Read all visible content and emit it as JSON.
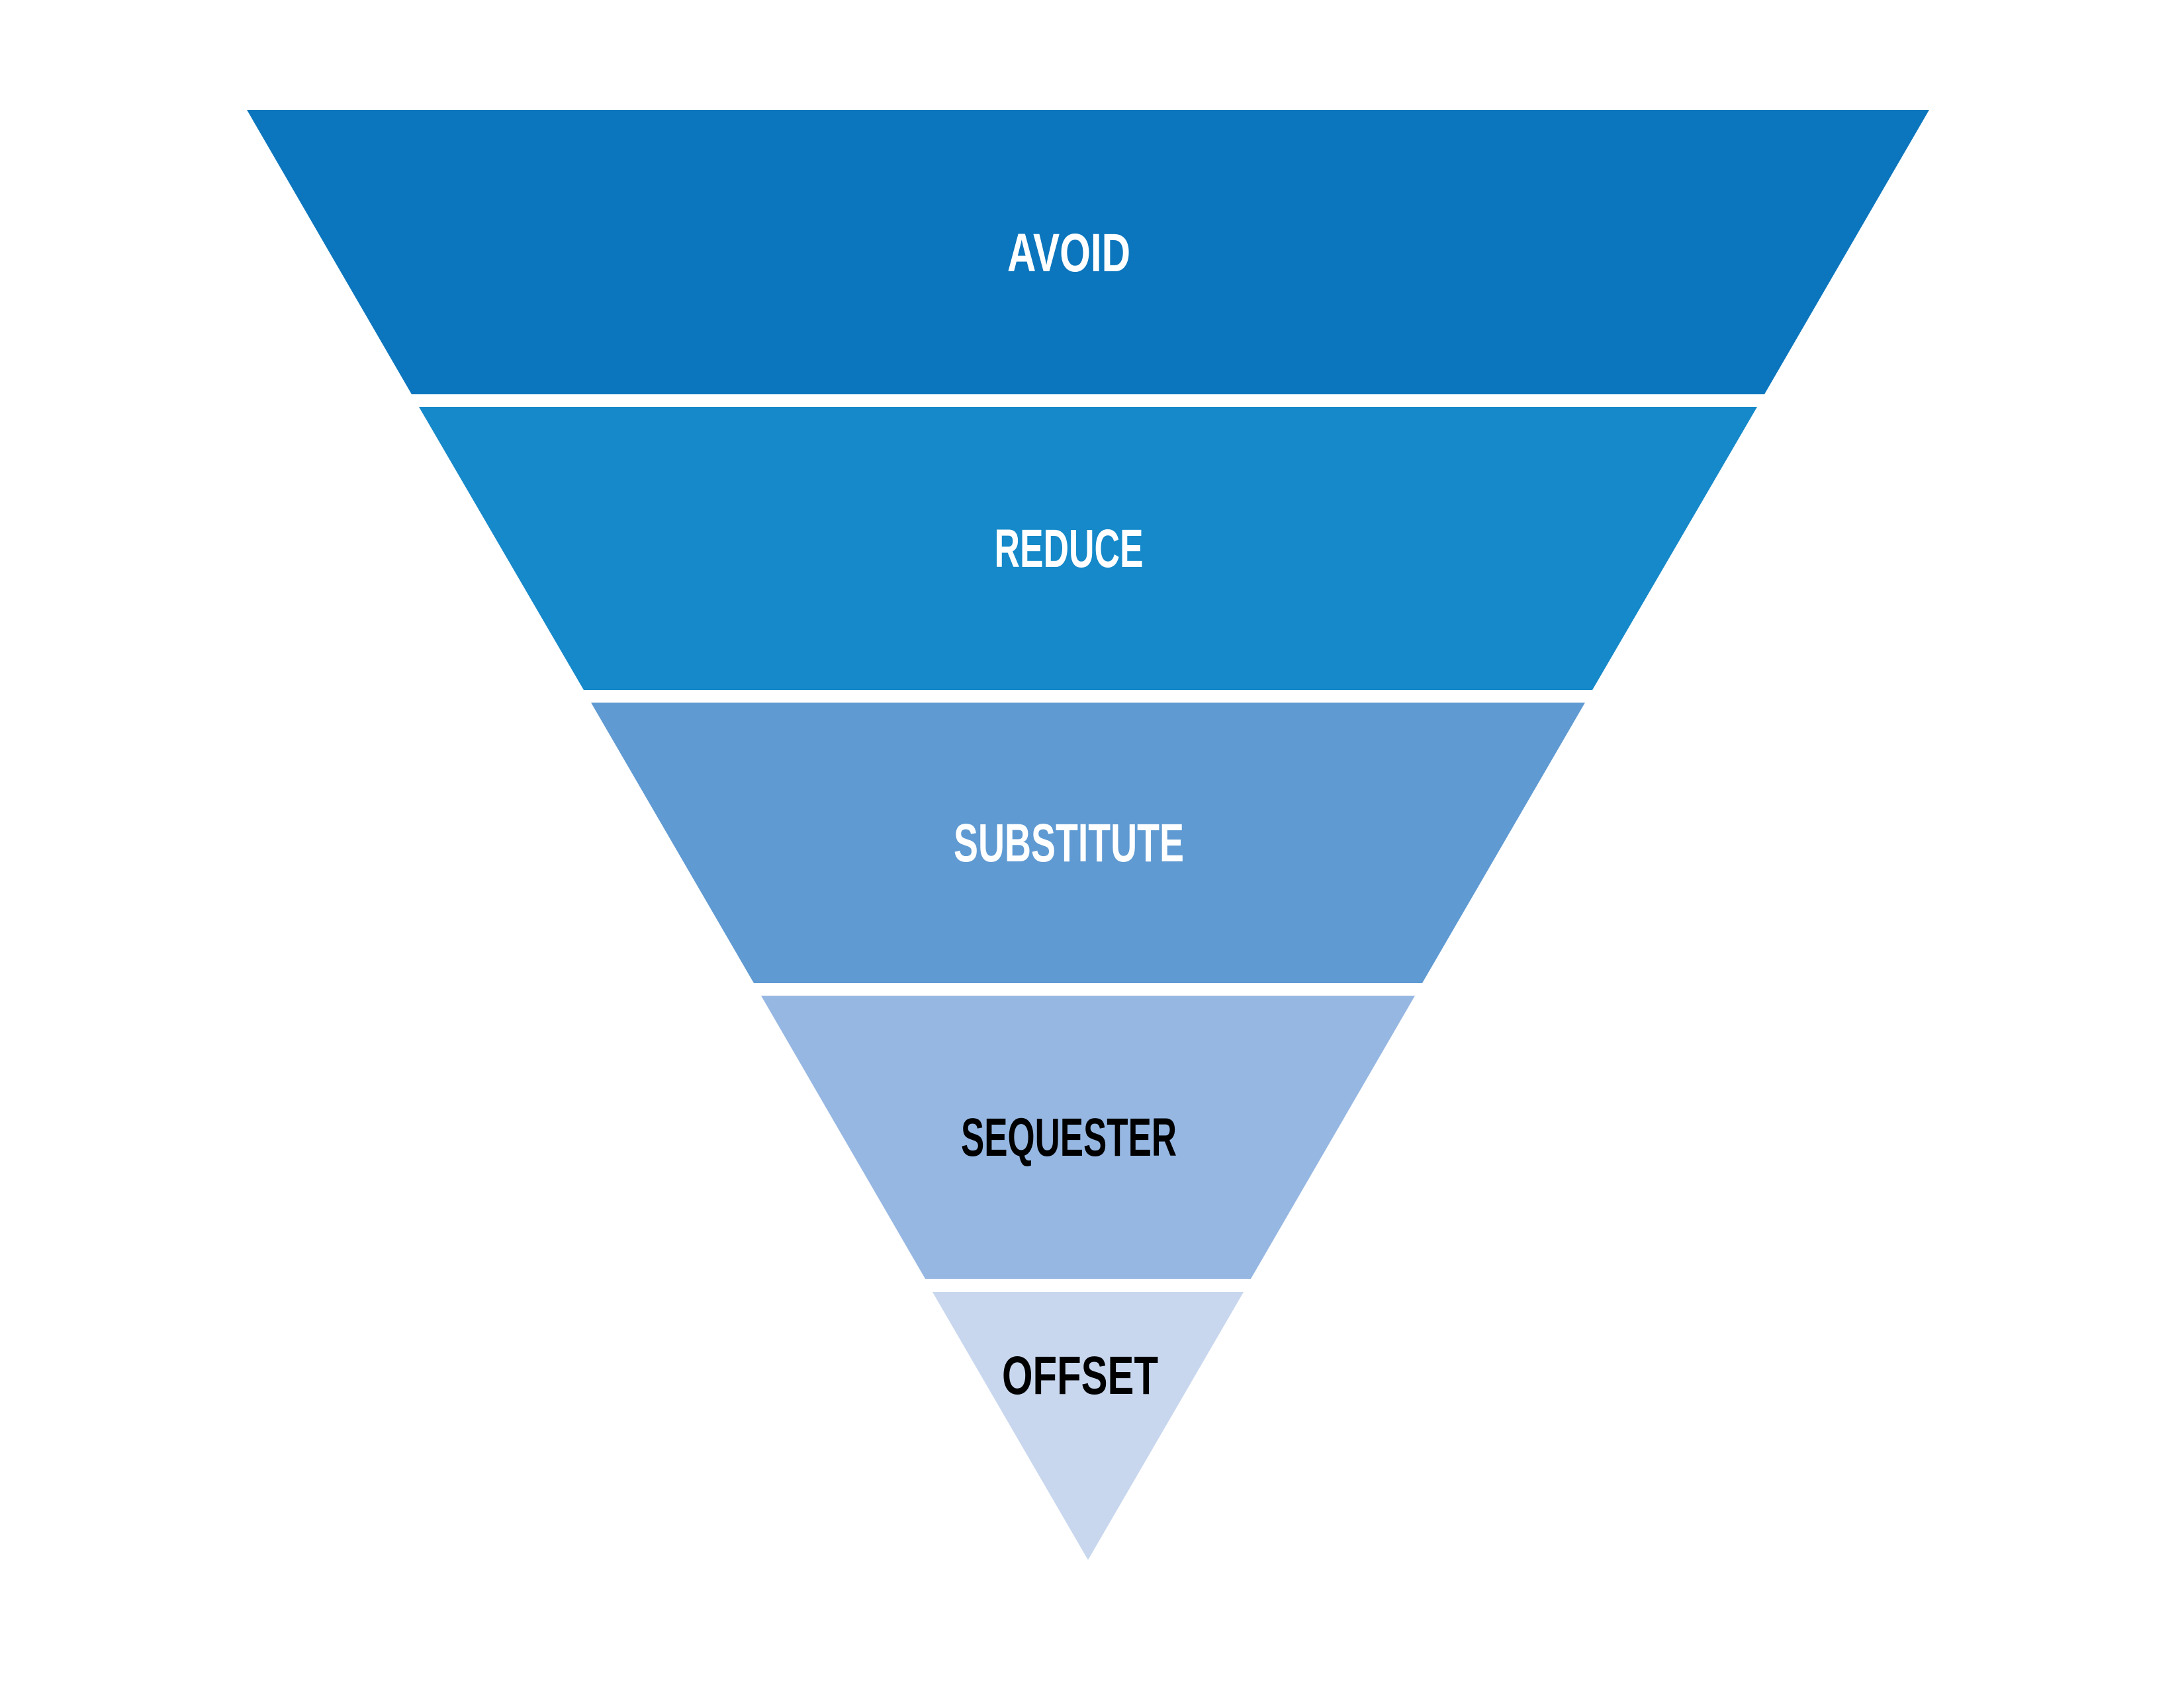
{
  "diagram": {
    "type": "funnel",
    "background": "#ffffff",
    "levels": [
      {
        "label": "AVOID",
        "color": "#0b76bd",
        "text_color": "#ffffff"
      },
      {
        "label": "REDUCE",
        "color": "#1589c9",
        "text_color": "#ffffff"
      },
      {
        "label": "SUBSTITUTE",
        "color": "#5f9ad2",
        "text_color": "#ffffff"
      },
      {
        "label": "SEQUESTER",
        "color": "#96b7e2",
        "text_color": "#000000"
      },
      {
        "label": "OFFSET",
        "color": "#c8d7ee",
        "text_color": "#000000"
      }
    ]
  }
}
